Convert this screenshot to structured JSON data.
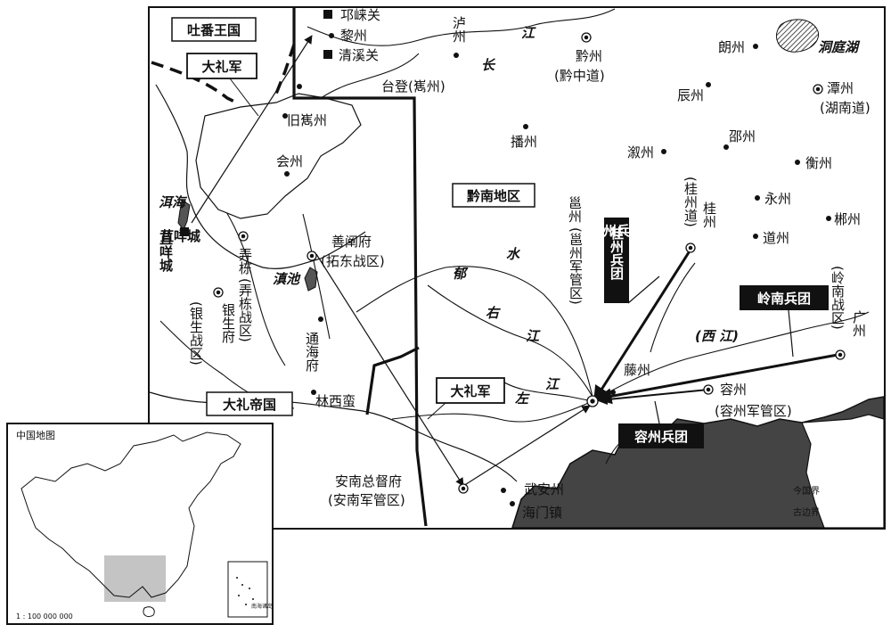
{
  "main_map": {
    "regions": {
      "tubo": "吐番王国",
      "dali_empire": "大礼帝国",
      "qiannan": "黔南地区"
    },
    "armies": {
      "dali_army_north": "大礼军",
      "dali_army_south": "大礼军",
      "guizhou_corps": "桂州兵团",
      "lingnan_corps": "岭南兵团",
      "rongzhou_corps": "容州兵团"
    },
    "places": {
      "qionglai_pass": "邛崃关",
      "lizhou": "黎州",
      "qingxi_pass": "清溪关",
      "luzhou": "泸州",
      "qianzhou": "黔州",
      "qianzhong_circuit": "(黔中道)",
      "langzhou": "朗州",
      "dongting": "洞庭湖",
      "taideng": "台登(嶲州)",
      "old_xizhou": "旧嶲州",
      "chenzhou": "辰州",
      "tanzhou": "潭州",
      "hunan_circuit": "(湖南道)",
      "bozhou": "播州",
      "xuzhou": "溆州",
      "shaozhou": "邵州",
      "hengzhou": "衡州",
      "huizhou": "会州",
      "erhai": "洱海",
      "jujiecheng": "苴咩城",
      "yongzhou": "永州",
      "chenzhou2": "郴州",
      "daozhou": "道州",
      "guizhou_a": "桂州",
      "guizhou_circuit": "(桂州道)",
      "yongzhou_b": "邕州",
      "yongzhou_b_military": "(邕州军管区)",
      "nongdong": "弄栋",
      "nongdong_battle": "(弄栋战区)",
      "yinsheng": "银生府",
      "yinsheng_battle": "(银生战区)",
      "shanchan": "善阐府",
      "tuodong_battle": "(拓东战区)",
      "dianchi": "滇池",
      "tonghai": "通海府",
      "linximan": "林西蛮",
      "tengzhou": "藤州",
      "rongzhou": "容州",
      "rongzhou_military": "(容州军管区)",
      "guangzhou": "广州",
      "lingnan_battle": "(岭南战区)",
      "annan": "安南总督府",
      "annan_military": "(安南军管区)",
      "wuanzhou": "武安州",
      "haimen": "海门镇"
    },
    "rivers": {
      "changjiang_1": "江",
      "changjiang_2": "长",
      "yujiang_1": "郁",
      "yujiang_2": "水",
      "youjiang_1": "右",
      "youjiang_2": "江",
      "zuojiang_1": "左",
      "zuojiang_2": "江",
      "xijiang": "(西 江)"
    },
    "legend": {
      "modern_border": "今国界",
      "ancient_border": "古边界"
    }
  },
  "inset": {
    "title": "中国地图",
    "scale": "1 : 100 000 000",
    "south_sea": "南海诸岛"
  },
  "colors": {
    "sea_fill": "#444444",
    "highlight": "#c4c4c4",
    "line": "#111111"
  }
}
